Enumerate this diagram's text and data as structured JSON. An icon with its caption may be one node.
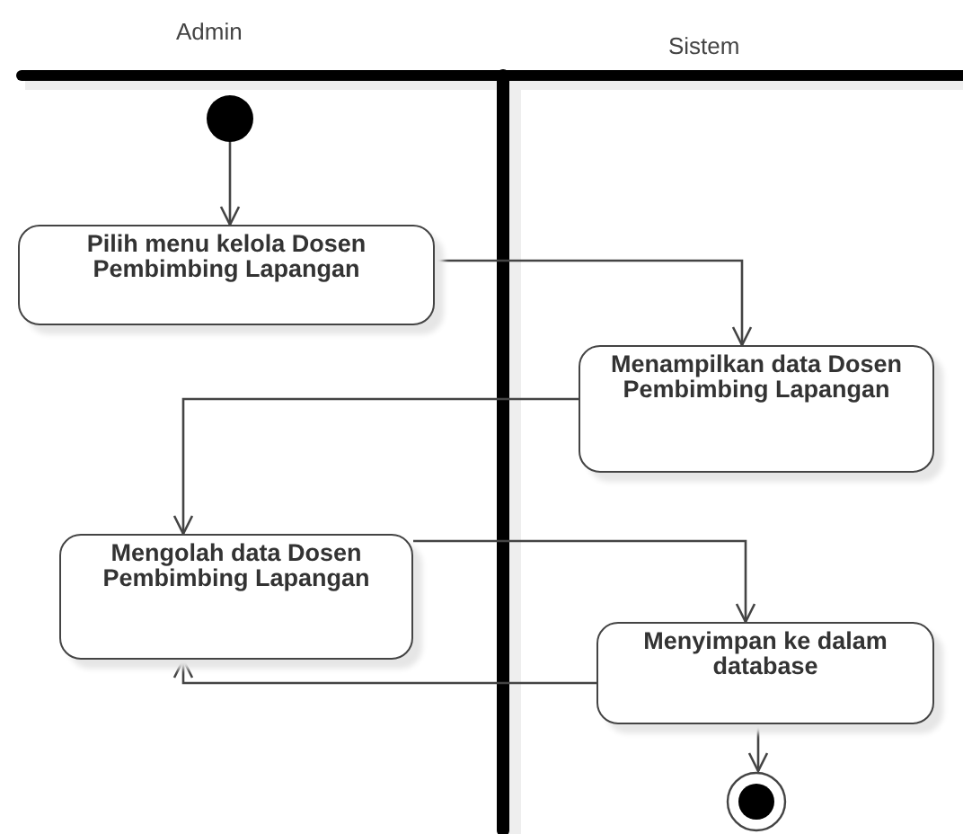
{
  "diagram": {
    "nodes": [
      {
        "text": [],
        "shape": "circle"
      },
      {
        "text": [
          "Pilih menu kelola Dosen Pembimbing Lapangan"
        ]
      },
      {
        "text": [
          "Menampilkan data Dosen Pembimbing Lapangan"
        ]
      },
      {
        "text": [
          "Mengolah data Dosen Pembimbing Lapangan"
        ]
      },
      {
        "text": [
          "Menyimpan ke dalam database"
        ]
      },
      {
        "text": [],
        "shape": "bullseye"
      }
    ],
    "edges": [
      {
        "from": 0,
        "to": 1,
        "arrow": "to"
      },
      {
        "from": 1,
        "to": 2,
        "arrow": "to"
      },
      {
        "from": 2,
        "to": 3,
        "arrow": "to"
      },
      {
        "from": 3,
        "to": 4,
        "arrow": "to"
      },
      {
        "from": 4,
        "to": 3,
        "arrow": "to"
      },
      {
        "from": 4,
        "to": 5,
        "arrow": "to"
      }
    ],
    "labels": [
      "Admin",
      "Sistem"
    ]
  }
}
